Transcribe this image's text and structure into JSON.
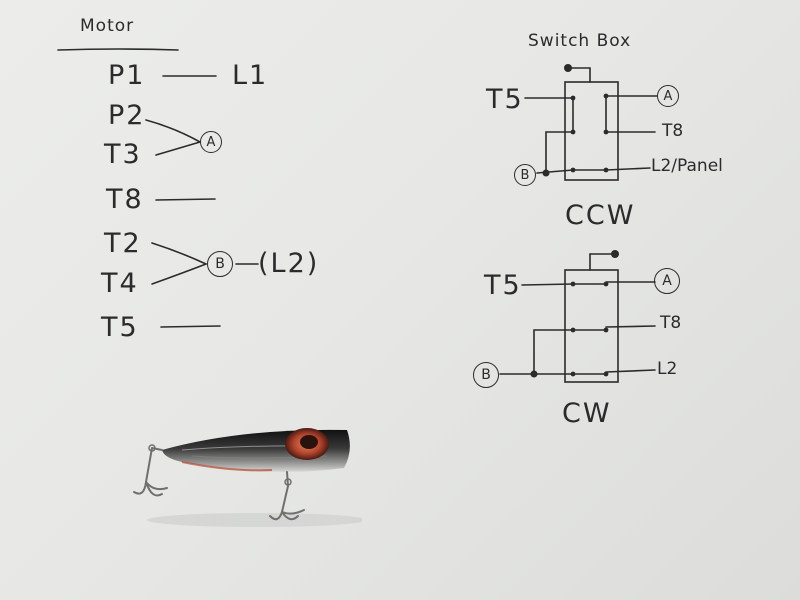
{
  "motor": {
    "title": "Motor",
    "p1": "P1",
    "l1": "L1",
    "p2": "P2",
    "t3": "T3",
    "node_a": "A",
    "t8": "T8",
    "t2": "T2",
    "t4": "T4",
    "node_b": "B",
    "l2": "(L2)",
    "t5": "T5"
  },
  "switch_box": {
    "title": "Switch Box",
    "ccw": {
      "caption": "CCW",
      "t5": "T5",
      "a": "A",
      "t8": "T8",
      "b": "B",
      "l2": "L2/Panel"
    },
    "cw": {
      "caption": "CW",
      "t5": "T5",
      "a": "A",
      "t8": "T8",
      "b": "B",
      "l2": "L2"
    }
  },
  "colors": {
    "ink": "#2b2b2b",
    "paper": "#e9eae8",
    "lure_body": "#1c1c1c",
    "lure_accent": "#b5452f"
  }
}
